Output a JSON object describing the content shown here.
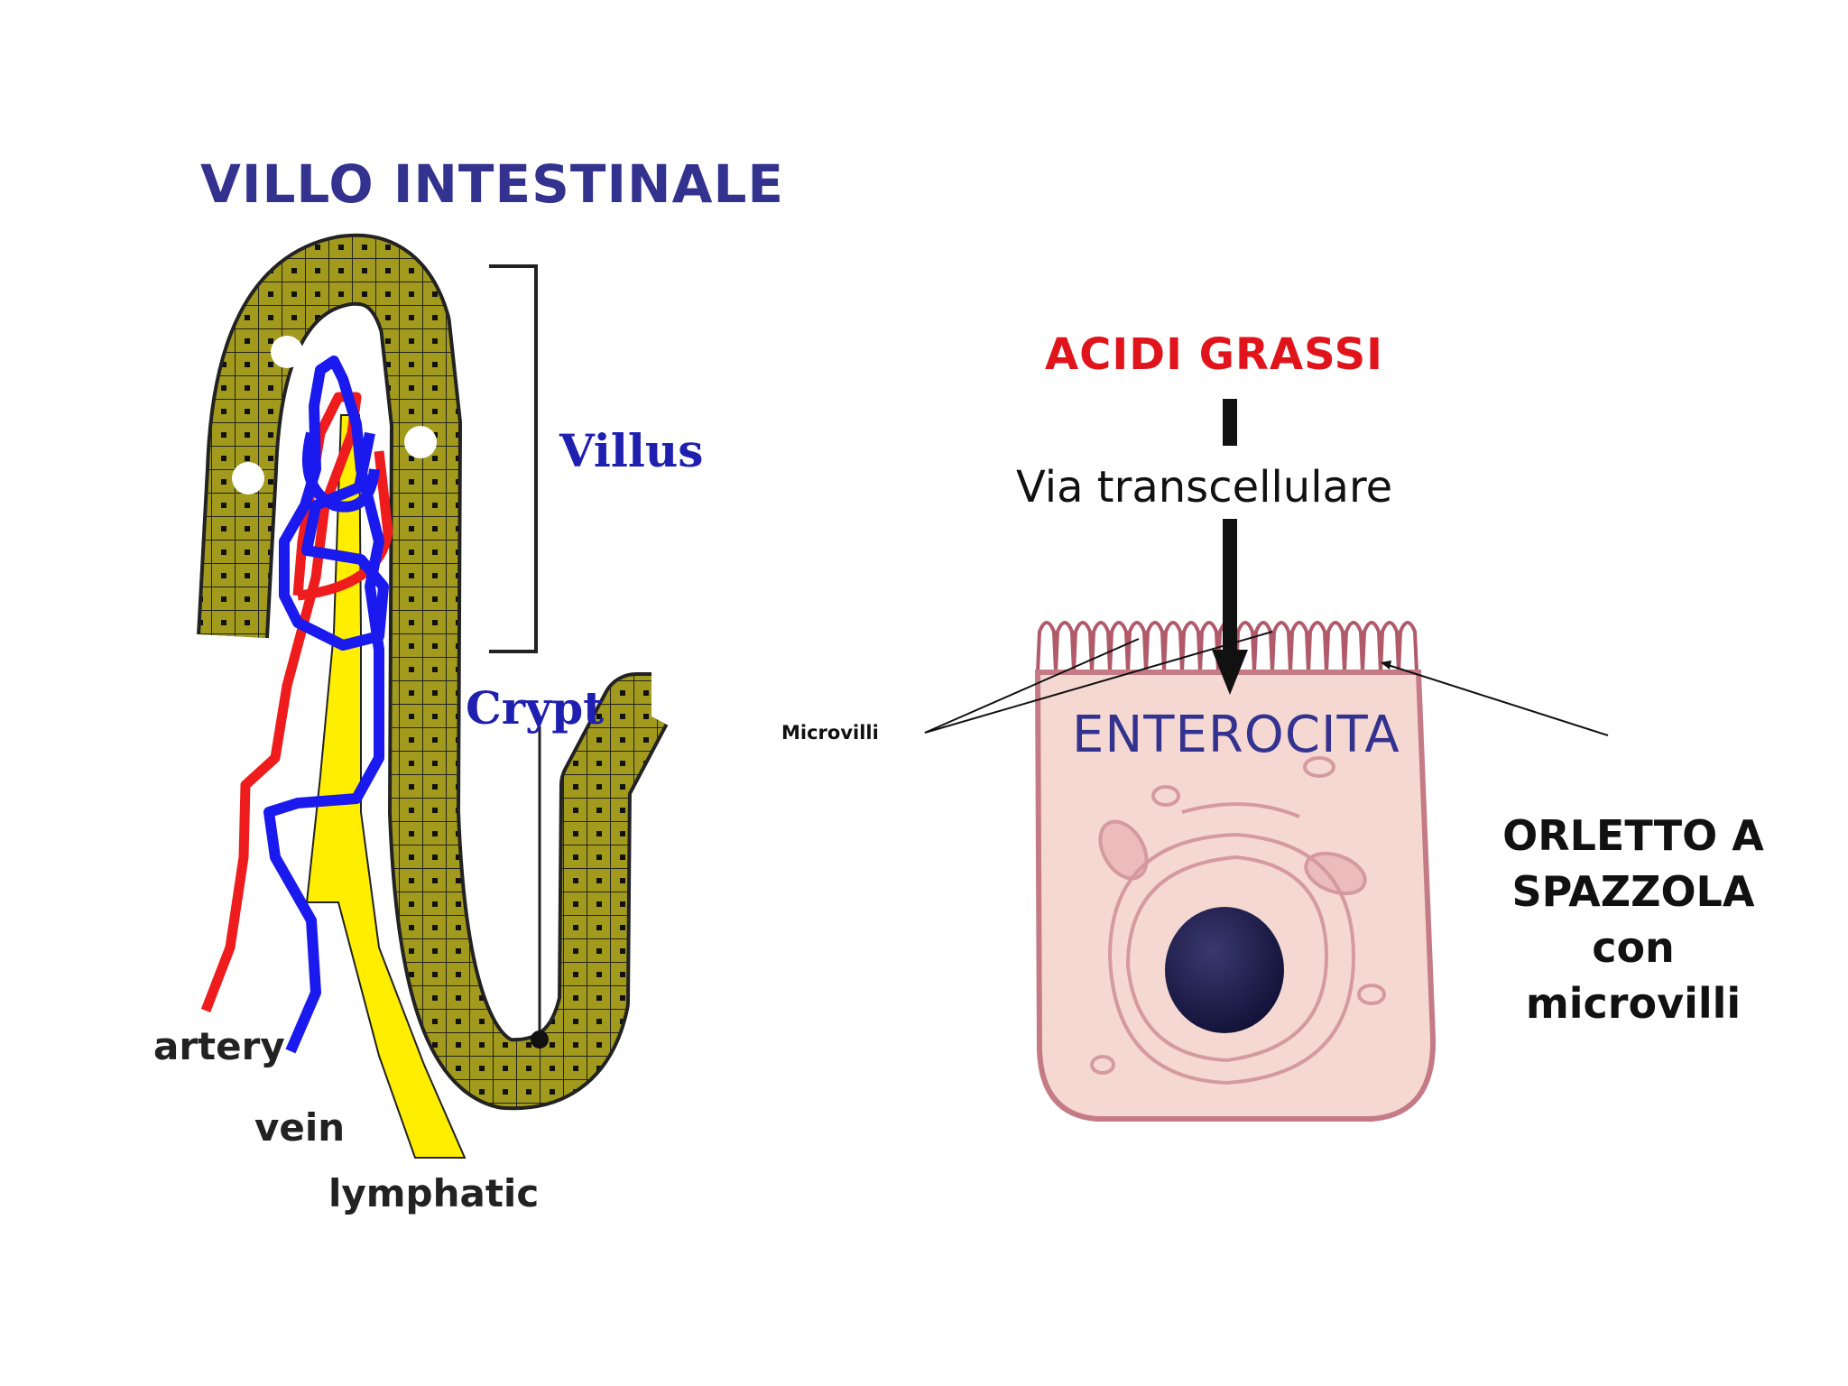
{
  "title": "VILLO INTESTINALE",
  "villus": {
    "villus_label": "Villus",
    "crypt_label": "Crypt",
    "artery_label": "artery",
    "vein_label": "vein",
    "lymphatic_label": "lymphatic"
  },
  "enterocyte": {
    "fatty_acids_label": "ACIDI GRASSI",
    "route_label": "Via transcellulare",
    "microvilli_label": "Microvilli",
    "cell_label": "ENTEROCITA",
    "brush_border_lines": [
      "ORLETTO A",
      "SPAZZOLA",
      "con",
      "microvilli"
    ]
  },
  "colors": {
    "title": "#33338f",
    "fatty_acids": "#e0141a",
    "epithelium": "#a19a1c",
    "artery": "#ee1c1c",
    "vein": "#1a1aee",
    "lymphatic": "#ffee00",
    "cell": "#f6d8d2",
    "nucleus": "#1b1a48"
  }
}
